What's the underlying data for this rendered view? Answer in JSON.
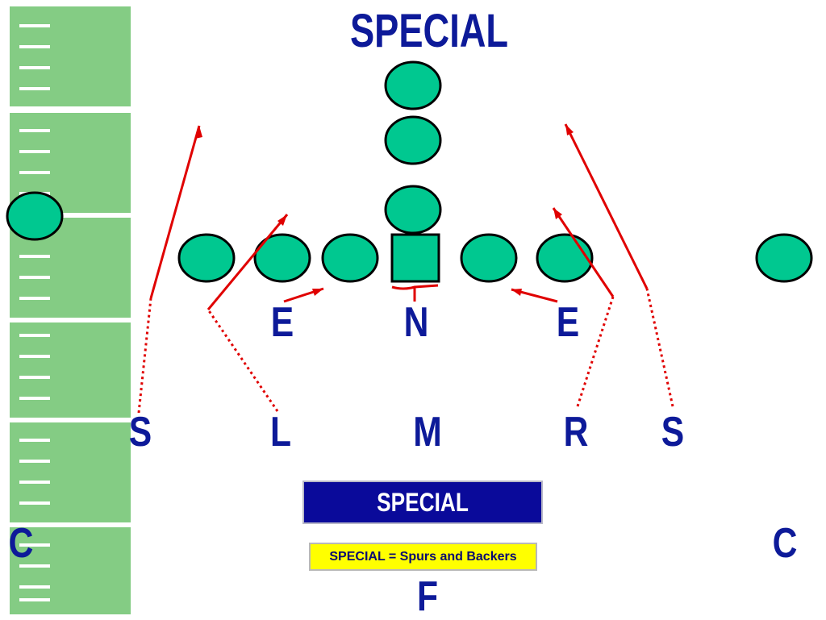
{
  "title": "SPECIAL",
  "positions": {
    "e_left": "E",
    "n": "N",
    "e_right": "E",
    "s_left": "S",
    "l": "L",
    "m": "M",
    "r": "R",
    "s_right": "S",
    "c_left": "C",
    "c_right": "C",
    "f": "F"
  },
  "banner": "SPECIAL",
  "note": "SPECIAL = Spurs and Backers",
  "colors": {
    "field": "#84cc84",
    "yard_line": "#ffffff",
    "player": "#00c890",
    "outline": "#000000",
    "route": "#e00000",
    "label": "#0d1a99",
    "banner": "#0a0a9a",
    "note": "#ffff00"
  }
}
